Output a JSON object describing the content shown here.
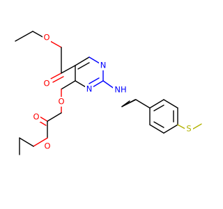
{
  "structure": {
    "atoms": {
      "ester_carbonyl_o": "O",
      "ester_link_o": "O",
      "ring_n_top": "N",
      "ring_n_bottom": "N",
      "amine_nh": "NH",
      "ether_o": "O",
      "glycolate_carbonyl_o": "O",
      "glycolate_link_o": "O",
      "thioether_s": "S"
    },
    "colors": {
      "carbon_bond": "#000000",
      "oxygen": "#ff0000",
      "nitrogen": "#0000ff",
      "sulfur": "#b2b200"
    }
  }
}
